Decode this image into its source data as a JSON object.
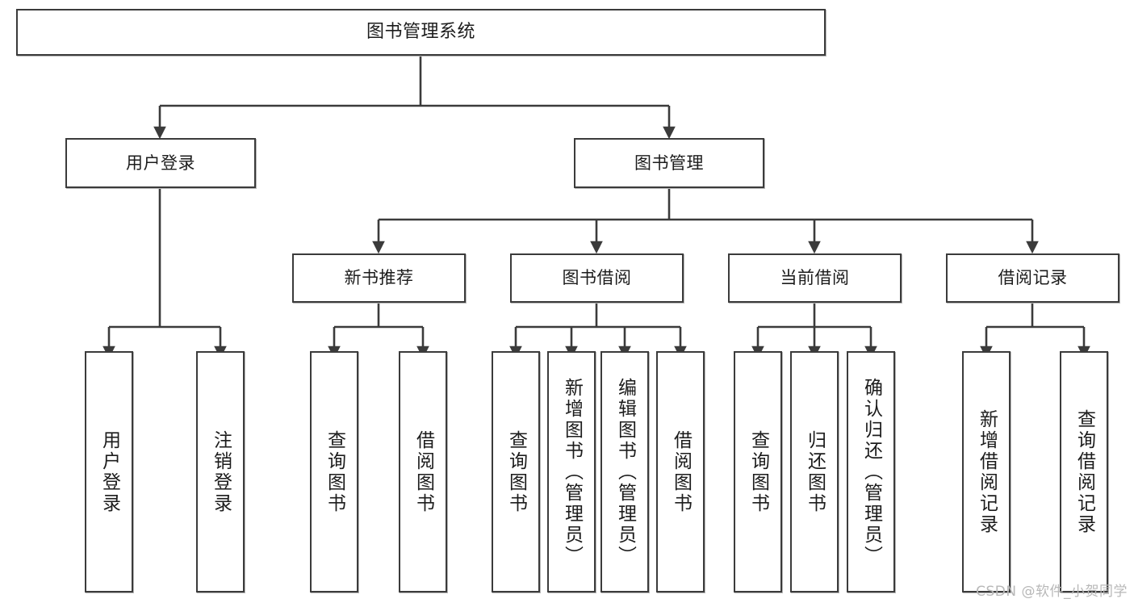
{
  "diagram": {
    "title": "图书管理系统",
    "watermark": "CSDN @软件_小贺同学",
    "colors": {
      "stroke": "#3b3b3b",
      "fill": "#ffffff",
      "text": "#1c1c1c",
      "watermark": "#b8b8b8"
    },
    "levels": {
      "root": "图书管理系统",
      "level2": [
        "用户登录",
        "图书管理"
      ],
      "level3": [
        "新书推荐",
        "图书借阅",
        "当前借阅",
        "借阅记录"
      ]
    },
    "nodes": {
      "root": "图书管理系统",
      "user_login": "用户登录",
      "book_manage": "图书管理",
      "new_book_rec": "新书推荐",
      "book_borrow": "图书借阅",
      "current_borrow": "当前借阅",
      "borrow_record": "借阅记录",
      "leaf_user_login": "用户登录",
      "leaf_user_logout": "注销登录",
      "leaf_rec_query": "查询图书",
      "leaf_rec_borrow": "借阅图书",
      "leaf_borrow_query": "查询图书",
      "leaf_borrow_add": "新增图书（管理员）",
      "leaf_borrow_edit": "编辑图书（管理员）",
      "leaf_borrow_lend": "借阅图书",
      "leaf_cur_query": "查询图书",
      "leaf_cur_return": "归还图书",
      "leaf_cur_confirm": "确认归还（管理员）",
      "leaf_rec_add": "新增借阅记录",
      "leaf_rec_search": "查询借阅记录"
    }
  }
}
